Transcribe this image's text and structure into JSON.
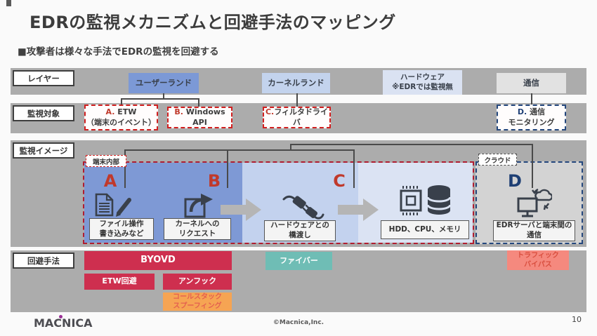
{
  "page": {
    "title": "EDRの監視メカニズムと回避手法のマッピング",
    "subtitle": "■攻撃者は様々な手法でEDRの監視を回避する",
    "page_number": "10",
    "copyright": "©Macnica,Inc.",
    "logo_text": "macnica"
  },
  "row_labels": {
    "layer": "レイヤー",
    "target": "監視対象",
    "image": "監視イメージ",
    "evasion": "回避手法"
  },
  "layers": {
    "userland": "ユーザーランド",
    "kernel": "カーネルランド",
    "hardware_line1": "ハードウェア",
    "hardware_line2": "※EDRでは監視無",
    "network": "通信"
  },
  "targets": {
    "a": {
      "prefix": "A.",
      "label": " ETW",
      "sub": "（端末のイベント）"
    },
    "b": {
      "prefix": "B.",
      "label": " Windows API"
    },
    "c": {
      "prefix": "C.",
      "label": "フィルタドライバ"
    },
    "d": {
      "prefix": "D.",
      "label": " 通信",
      "sub": "モニタリング"
    }
  },
  "diagram": {
    "terminal_label": "端末内部",
    "cloud_label": "クラウド",
    "marker_a": "A",
    "marker_b": "B",
    "marker_c": "C",
    "marker_d": "D",
    "caption_file_line1": "ファイル操作",
    "caption_file_line2": "書き込みなど",
    "caption_kernel_line1": "カーネルへの",
    "caption_kernel_line2": "リクエスト",
    "caption_hw_line1": "ハードウェアとの",
    "caption_hw_line2": "橋渡し",
    "caption_hdd": "HDD、CPU、メモリ",
    "caption_edr_line1": "EDRサーバと端末間の",
    "caption_edr_line2": "通信"
  },
  "evasion": {
    "byovd": "BYOVD",
    "etw": "ETW回避",
    "unhook": "アンフック",
    "callstack_line1": "コールスタック",
    "callstack_line2": "スプーフィング",
    "fiber": "ファイバー",
    "traffic_line1": "トラフィック",
    "traffic_line2": "バイパス"
  },
  "colors": {
    "band_gray": "#acacac",
    "userland_blue": "#7c99d6",
    "kernel_blue": "#c3d3ed",
    "hardware_blue": "#dae2f2",
    "network_gray": "#e2e2e2",
    "dashed_red": "#d01f1f",
    "dashed_blue": "#24477d",
    "marker_red": "#c0392b",
    "marker_blue": "#1e3f74",
    "evasion_crimson": "#ce2f4f",
    "evasion_teal": "#6fbdb5",
    "evasion_salmon": "#f5897e",
    "evasion_orange": "#f6a453",
    "logo_dot_purple": "#9b3096"
  }
}
